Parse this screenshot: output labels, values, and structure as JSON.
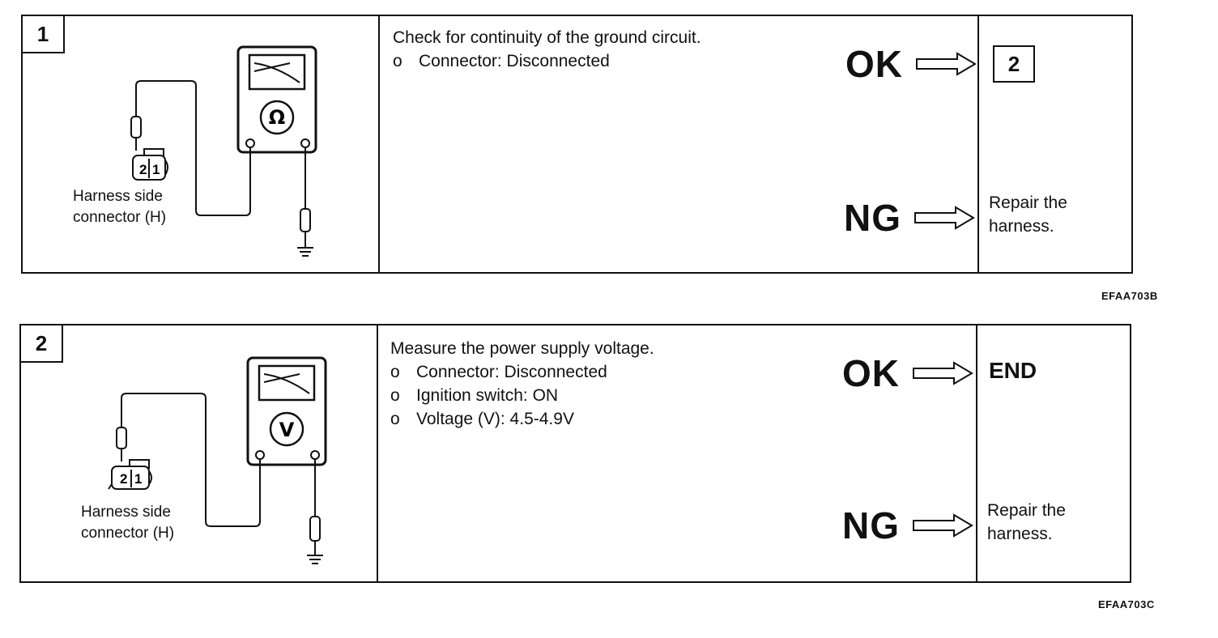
{
  "steps": [
    {
      "number": "1",
      "meter_symbol": "Ω",
      "harness_label_1": "Harness side",
      "harness_label_2": "connector (H)",
      "connector_pins": [
        "2",
        "1"
      ],
      "instruction_title": "Check for continuity of the ground circuit.",
      "instruction_items": [
        {
          "bullet": "o",
          "text": "Connector: Disconnected"
        }
      ],
      "ok_label": "OK",
      "ng_label": "NG",
      "ok_result": "2",
      "ng_result_1": "Repair the",
      "ng_result_2": "harness.",
      "figure_code": "EFAA703B"
    },
    {
      "number": "2",
      "meter_symbol": "V",
      "harness_label_1": "Harness side",
      "harness_label_2": "connector (H)",
      "connector_pins": [
        "2",
        "1"
      ],
      "instruction_title": "Measure the power supply voltage.",
      "instruction_items": [
        {
          "bullet": "o",
          "text": "Connector: Disconnected"
        },
        {
          "bullet": "o",
          "text": "Ignition switch: ON"
        },
        {
          "bullet": "o",
          "text": "Voltage (V): 4.5-4.9V"
        }
      ],
      "ok_label": "OK",
      "ng_label": "NG",
      "ok_result": "END",
      "ng_result_1": "Repair the",
      "ng_result_2": "harness.",
      "figure_code": "EFAA703C"
    }
  ]
}
